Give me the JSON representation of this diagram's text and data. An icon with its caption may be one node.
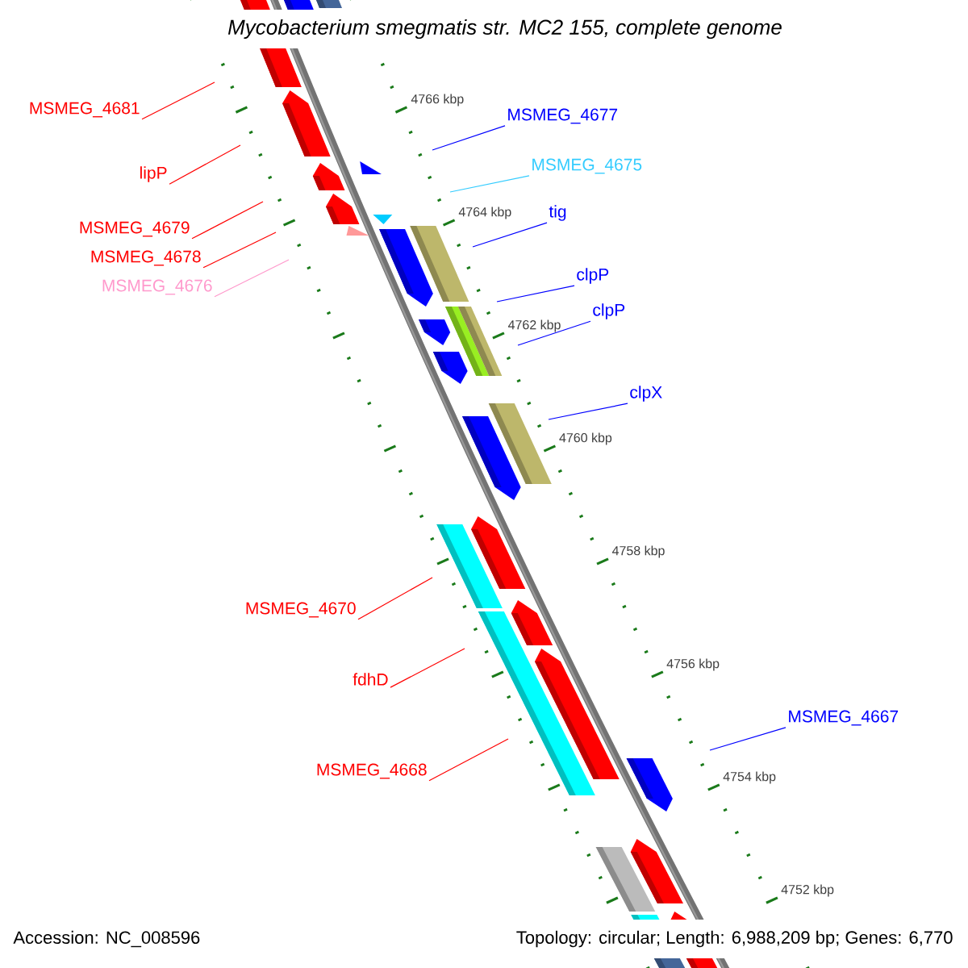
{
  "diagram": {
    "title": "Mycobacterium smegmatis str. MC2 155, complete genome",
    "nodes": [
      {
        "text": [
          "MSMEG_4681"
        ]
      },
      {
        "text": [
          "lipP"
        ]
      },
      {
        "text": [
          "MSMEG_4679"
        ]
      },
      {
        "text": [
          "MSMEG_4678"
        ]
      },
      {
        "text": [
          "MSMEG_4676"
        ]
      },
      {
        "text": [
          "MSMEG_4670"
        ]
      },
      {
        "text": [
          "fdhD"
        ]
      },
      {
        "text": [
          "MSMEG_4668"
        ]
      },
      {
        "text": [
          "MSMEG_4677"
        ]
      },
      {
        "text": [
          "MSMEG_4675"
        ]
      },
      {
        "text": [
          "tig"
        ]
      },
      {
        "text": [
          "clpP"
        ]
      },
      {
        "text": [
          "clpP"
        ]
      },
      {
        "text": [
          "clpX"
        ]
      },
      {
        "text": [
          "MSMEG_4667"
        ]
      }
    ],
    "edges": [
      {
        "from": 0,
        "to": null,
        "arrow": "none",
        "color": "#ff0000"
      },
      {
        "from": 1,
        "to": null,
        "arrow": "none",
        "color": "#ff0000"
      },
      {
        "from": 2,
        "to": null,
        "arrow": "none",
        "color": "#ff0000"
      },
      {
        "from": 3,
        "to": null,
        "arrow": "none",
        "color": "#ff0000"
      },
      {
        "from": 4,
        "to": null,
        "arrow": "none",
        "color": "#ff99cc"
      },
      {
        "from": 5,
        "to": null,
        "arrow": "none",
        "color": "#ff0000"
      },
      {
        "from": 6,
        "to": null,
        "arrow": "none",
        "color": "#ff0000"
      },
      {
        "from": 7,
        "to": null,
        "arrow": "none",
        "color": "#ff0000"
      },
      {
        "from": 8,
        "to": null,
        "arrow": "none",
        "color": "#0000ff"
      },
      {
        "from": 9,
        "to": null,
        "arrow": "none",
        "color": "#33ccff"
      },
      {
        "from": 10,
        "to": null,
        "arrow": "none",
        "color": "#0000ff"
      },
      {
        "from": 11,
        "to": null,
        "arrow": "none",
        "color": "#0000ff"
      },
      {
        "from": 12,
        "to": null,
        "arrow": "none",
        "color": "#0000ff"
      },
      {
        "from": 13,
        "to": null,
        "arrow": "none",
        "color": "#0000ff"
      },
      {
        "from": 14,
        "to": null,
        "arrow": "none",
        "color": "#0000ff"
      }
    ],
    "labels": [
      "4766 kbp",
      "4764 kbp",
      "4762 kbp",
      "4760 kbp",
      "4758 kbp",
      "4756 kbp",
      "4754 kbp",
      "4752 kbp",
      "Accession: NC_008596",
      "Topology: circular; Length: 6,988,209 bp; Genes: 6,770"
    ]
  }
}
